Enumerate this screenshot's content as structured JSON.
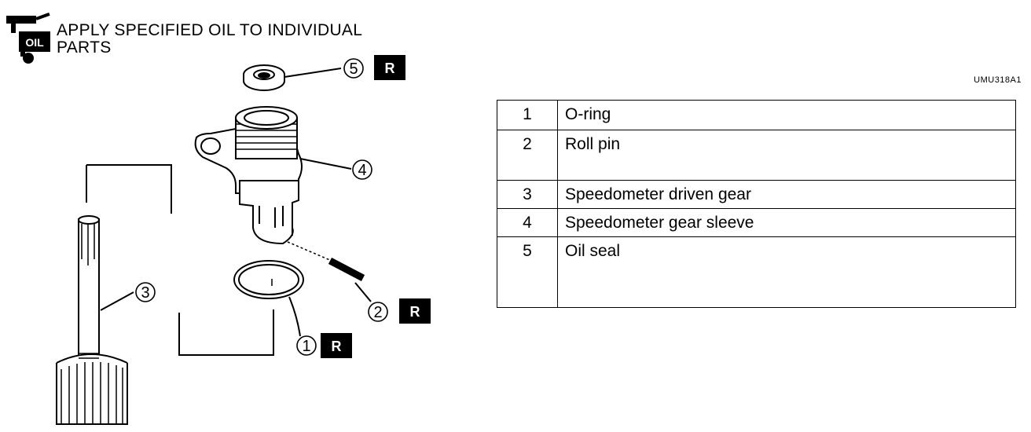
{
  "note": {
    "icon": "oil-can-icon",
    "icon_text": "OIL",
    "line1": "APPLY SPECIFIED OIL TO INDIVIDUAL",
    "line2": "PARTS"
  },
  "figure_code": "UMU318A1",
  "callouts": {
    "c1": "1",
    "c2": "2",
    "c3": "3",
    "c4": "4",
    "c5": "5",
    "replace_mark": "R"
  },
  "parts": [
    {
      "no": "1",
      "name": "O-ring"
    },
    {
      "no": "2",
      "name": "Roll pin"
    },
    {
      "no": "3",
      "name": "Speedometer driven gear"
    },
    {
      "no": "4",
      "name": "Speedometer gear sleeve"
    },
    {
      "no": "5",
      "name": "Oil seal"
    }
  ]
}
